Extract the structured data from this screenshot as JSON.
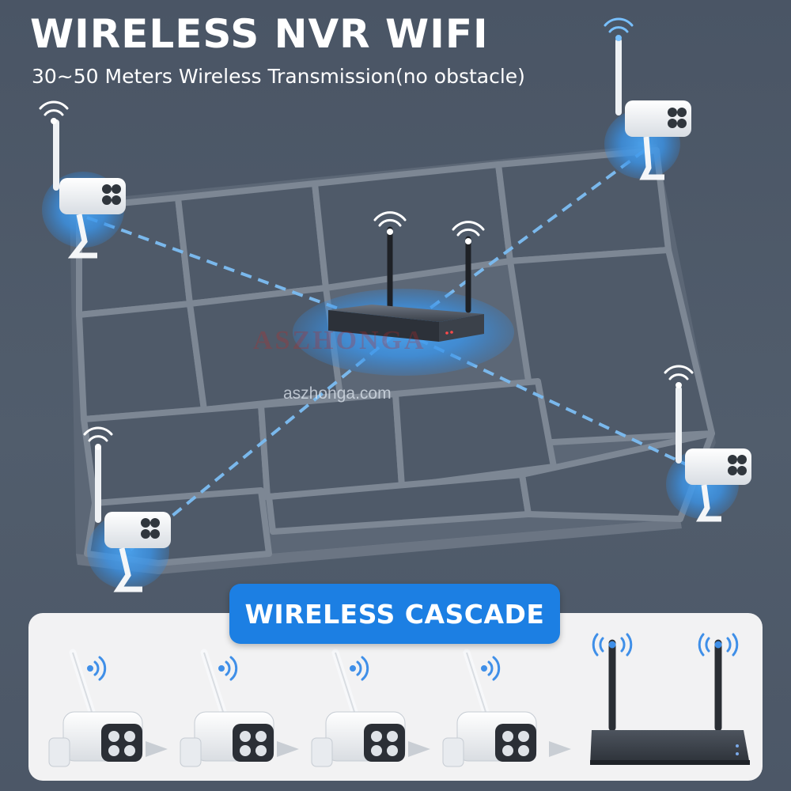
{
  "header": {
    "title": "WIRELESS NVR WIFI",
    "subtitle": "30~50 Meters Wireless Transmission(no obstacle)"
  },
  "watermark": "aszhonga.com",
  "brand_overlay": "ASZHONGA",
  "cascade": {
    "label": "WIRELESS CASCADE"
  },
  "colors": {
    "background": "#4a5565",
    "accent": "#1c7fe3",
    "link_line": "#7ab8ec",
    "signal_halo": "#2f8ce6",
    "panel": "#f2f2f3"
  },
  "icons": [
    "wifi-signal-icon",
    "camera-icon",
    "nvr-recorder-icon",
    "arrow-right-icon"
  ]
}
